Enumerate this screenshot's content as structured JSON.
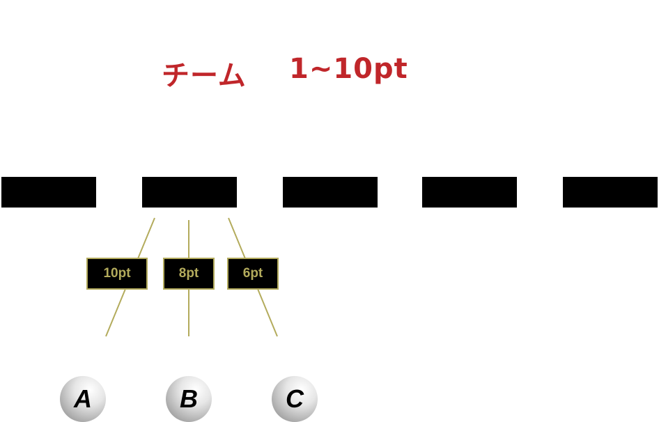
{
  "title": {
    "team": "チーム",
    "range": "1~10pt"
  },
  "colors": {
    "title": "#c0262a",
    "connector": "#b3ab5c",
    "bar": "#000000"
  },
  "bars_count": 5,
  "labels": [
    "10pt",
    "8pt",
    "6pt"
  ],
  "players": [
    "A",
    "B",
    "C"
  ]
}
